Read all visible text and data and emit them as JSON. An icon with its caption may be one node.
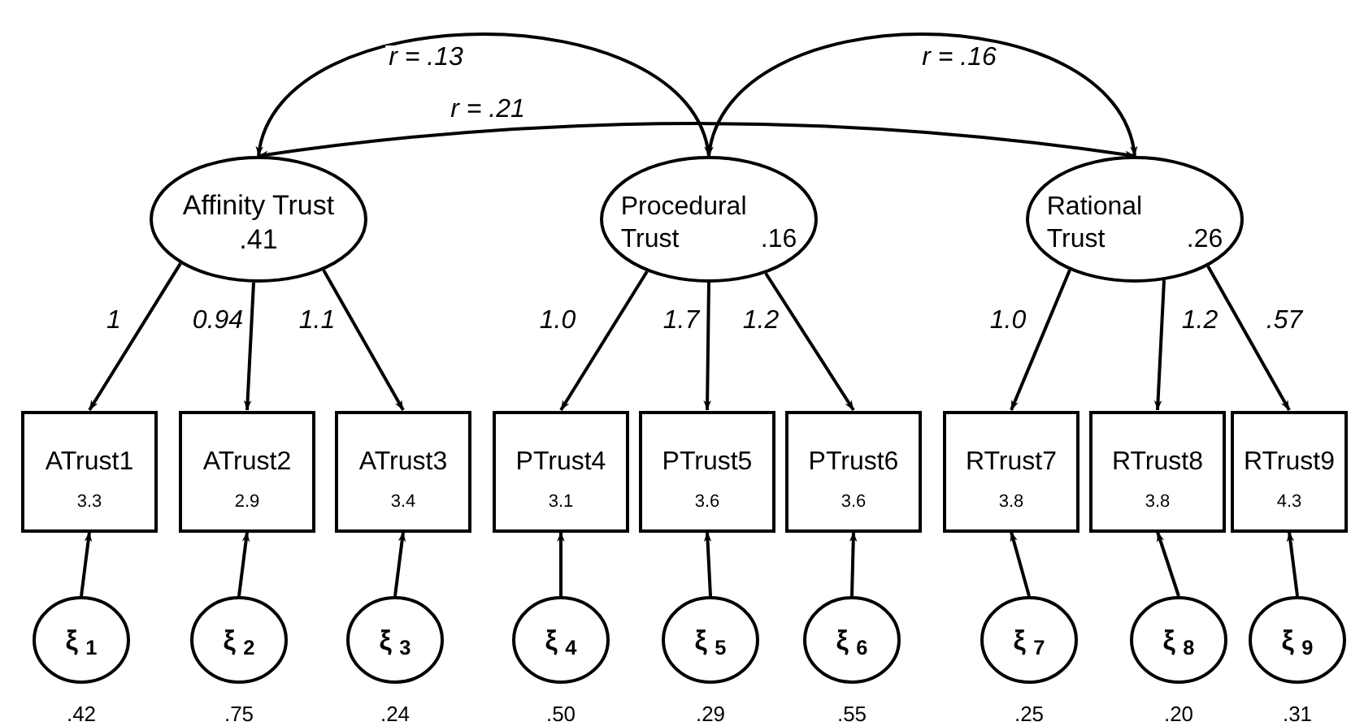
{
  "diagram": {
    "nodes": [
      {
        "text": [
          "Affinity Trust",
          ".41"
        ]
      },
      {
        "text": [
          "Procedural Trust",
          ".16"
        ]
      },
      {
        "text": [
          "Rational Trust",
          ".26"
        ]
      },
      {
        "text": [
          "ATrust1",
          "3.3"
        ]
      },
      {
        "text": [
          "ATrust2",
          "2.9"
        ]
      },
      {
        "text": [
          "ATrust3",
          "3.4"
        ]
      },
      {
        "text": [
          "PTrust4",
          "3.1"
        ]
      },
      {
        "text": [
          "PTrust5",
          "3.6"
        ]
      },
      {
        "text": [
          "PTrust6",
          "3.6"
        ]
      },
      {
        "text": [
          "RTrust7",
          "3.8"
        ]
      },
      {
        "text": [
          "RTrust8",
          "3.8"
        ]
      },
      {
        "text": [
          "RTrust9",
          "4.3"
        ]
      },
      {
        "text": [
          "ξ $_{1}$"
        ],
        "beside": [
          ".42"
        ]
      },
      {
        "text": [
          "ξ $_{2}$"
        ],
        "beside": [
          ".75"
        ]
      },
      {
        "text": [
          "ξ $_{3}$"
        ],
        "beside": [
          ".24"
        ]
      },
      {
        "text": [
          "ξ $_{4}$"
        ],
        "beside": [
          ".50"
        ]
      },
      {
        "text": [
          "ξ $_{5}$"
        ],
        "beside": [
          ".29"
        ]
      },
      {
        "text": [
          "ξ $_{6}$"
        ],
        "beside": [
          ".55"
        ]
      },
      {
        "text": [
          "ξ $_{7}$"
        ],
        "beside": [
          ".25"
        ]
      },
      {
        "text": [
          "ξ $_{8}$"
        ],
        "beside": [
          ".20"
        ]
      },
      {
        "text": [
          "ξ $_{9}$"
        ],
        "beside": [
          ".31"
        ]
      }
    ],
    "edges": [
      {
        "from": 0,
        "to": 1,
        "arrow": "both",
        "label": "r = .13"
      },
      {
        "from": 0,
        "to": 2,
        "arrow": "both",
        "label": "r = .21"
      },
      {
        "from": 1,
        "to": 2,
        "arrow": "both",
        "label": "r = .16"
      },
      {
        "from": 0,
        "to": 3,
        "arrow": "to",
        "label": "1"
      },
      {
        "from": 0,
        "to": 4,
        "arrow": "to",
        "label": "0.94"
      },
      {
        "from": 0,
        "to": 5,
        "arrow": "to",
        "label": "1.1"
      },
      {
        "from": 1,
        "to": 6,
        "arrow": "to",
        "label": "1.0"
      },
      {
        "from": 1,
        "to": 7,
        "arrow": "to",
        "label": "1.7"
      },
      {
        "from": 1,
        "to": 8,
        "arrow": "to",
        "label": "1.2"
      },
      {
        "from": 2,
        "to": 9,
        "arrow": "to",
        "label": "1.0"
      },
      {
        "from": 2,
        "to": 10,
        "arrow": "to",
        "label": "1.2"
      },
      {
        "from": 2,
        "to": 11,
        "arrow": "to",
        "label": ".57"
      },
      {
        "from": 12,
        "to": 3,
        "arrow": "to"
      },
      {
        "from": 13,
        "to": 4,
        "arrow": "to"
      },
      {
        "from": 14,
        "to": 5,
        "arrow": "to"
      },
      {
        "from": 15,
        "to": 6,
        "arrow": "to"
      },
      {
        "from": 16,
        "to": 7,
        "arrow": "to"
      },
      {
        "from": 17,
        "to": 8,
        "arrow": "to"
      },
      {
        "from": 18,
        "to": 9,
        "arrow": "to"
      },
      {
        "from": 19,
        "to": 10,
        "arrow": "to"
      },
      {
        "from": 20,
        "to": 11,
        "arrow": "to"
      }
    ]
  }
}
